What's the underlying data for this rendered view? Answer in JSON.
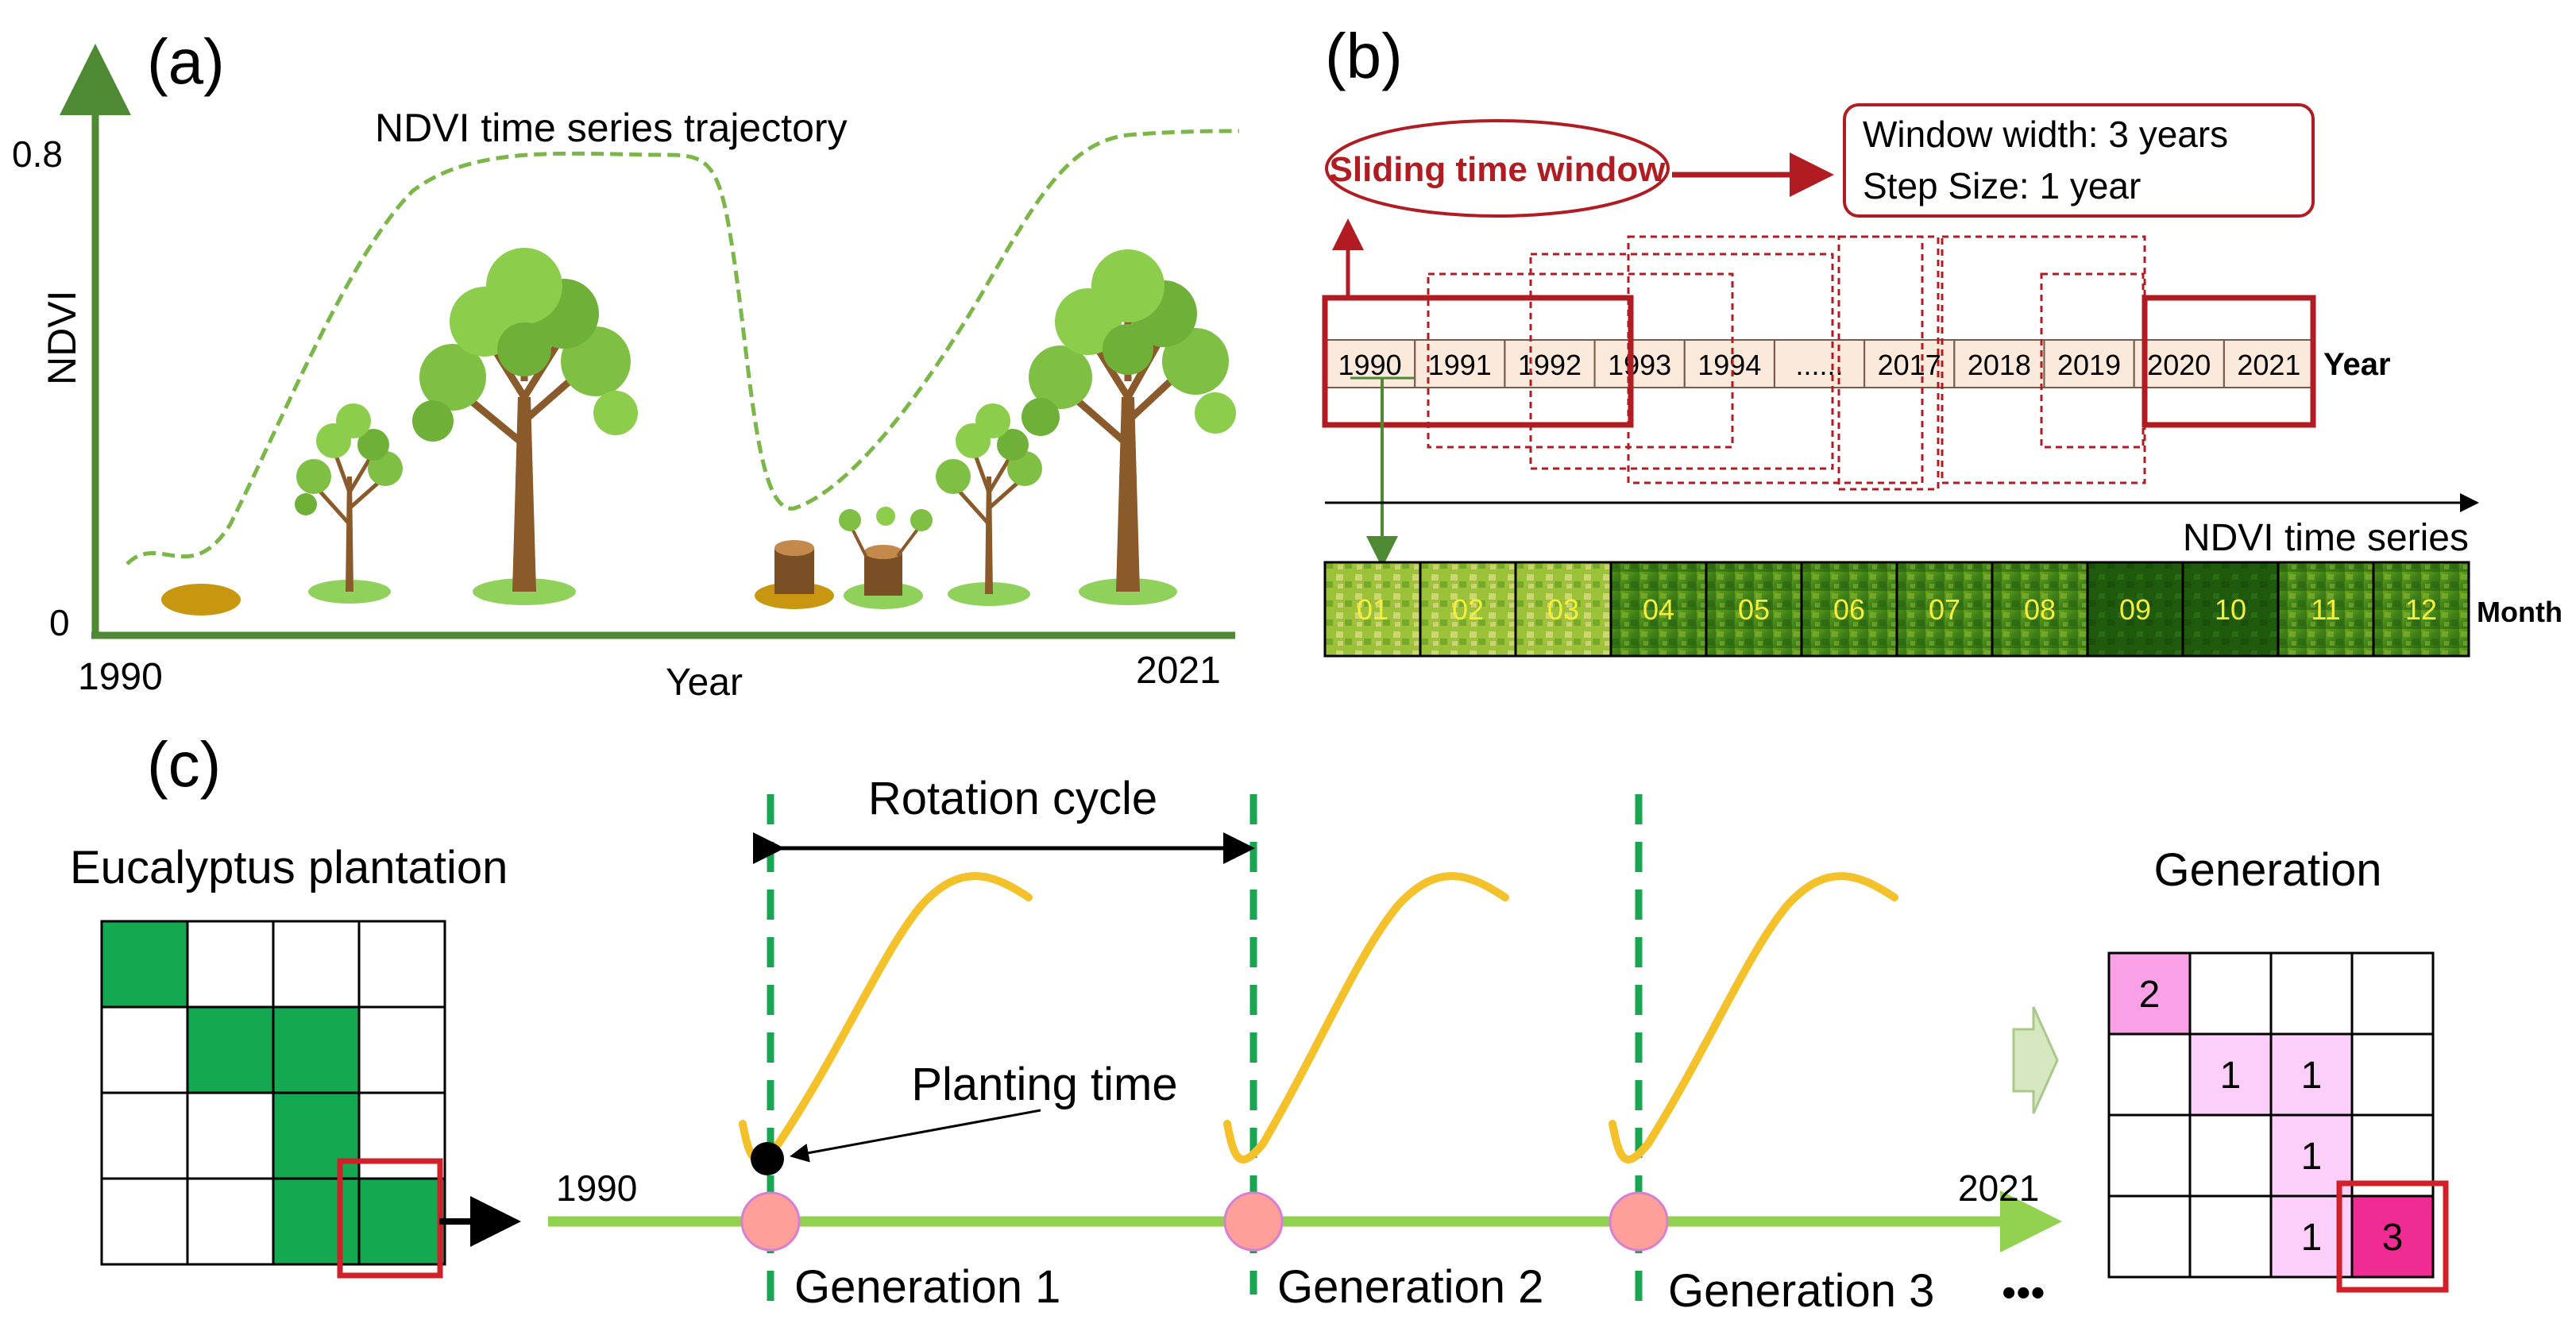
{
  "panel_a": {
    "label": "(a)",
    "y_axis_label": "NDVI",
    "y_tick_top": "0.8",
    "y_tick_bottom": "0",
    "x_axis_label": "Year",
    "x_start": "1990",
    "x_end": "2021",
    "curve_label": "NDVI time series trajectory",
    "colors": {
      "axis": "#4e8a34",
      "curve": "#7ab648",
      "stump": "#c8960f"
    }
  },
  "panel_b": {
    "label": "(b)",
    "window_label": "Sliding time window",
    "window_width": "Window width: 3 years",
    "step_size": "Step Size: 1 year",
    "years": [
      "1990",
      "1991",
      "1992",
      "1993",
      "1994",
      "......",
      "2017",
      "2018",
      "2019",
      "2020",
      "2021"
    ],
    "year_row_label": "Year",
    "series_label": "NDVI time series",
    "months": [
      "01",
      "02",
      "03",
      "04",
      "05",
      "06",
      "07",
      "08",
      "09",
      "10",
      "11",
      "12"
    ],
    "month_row_label": "Month",
    "colors": {
      "window": "#b01c22",
      "year_band": "#fbe9dc",
      "month_text": "#f5ef3a"
    }
  },
  "panel_c": {
    "label": "(c)",
    "left_title": "Eucalyptus plantation",
    "left_grid": [
      [
        1,
        0,
        0,
        0
      ],
      [
        0,
        1,
        1,
        0
      ],
      [
        0,
        0,
        1,
        0
      ],
      [
        0,
        0,
        1,
        1
      ]
    ],
    "rotation_label": "Rotation cycle",
    "planting_label": "Planting time",
    "timeline_start": "1990",
    "timeline_end": "2021",
    "generations": [
      "Generation 1",
      "Generation 2",
      "Generation 3"
    ],
    "ellipsis": "•••",
    "right_title": "Generation",
    "right_grid": [
      [
        "2",
        "",
        "",
        ""
      ],
      [
        "",
        "1",
        "1",
        ""
      ],
      [
        "",
        "",
        "1",
        ""
      ],
      [
        "",
        "",
        "1",
        "3"
      ]
    ],
    "colors": {
      "plantation": "#14a850",
      "timeline": "#92d050",
      "rotation_line": "#1aa650",
      "curve": "#f5c12a",
      "gen1": "#fccffa",
      "gen2": "#f9a0e6",
      "gen3": "#f02b94",
      "highlight": "#d0202a"
    }
  }
}
